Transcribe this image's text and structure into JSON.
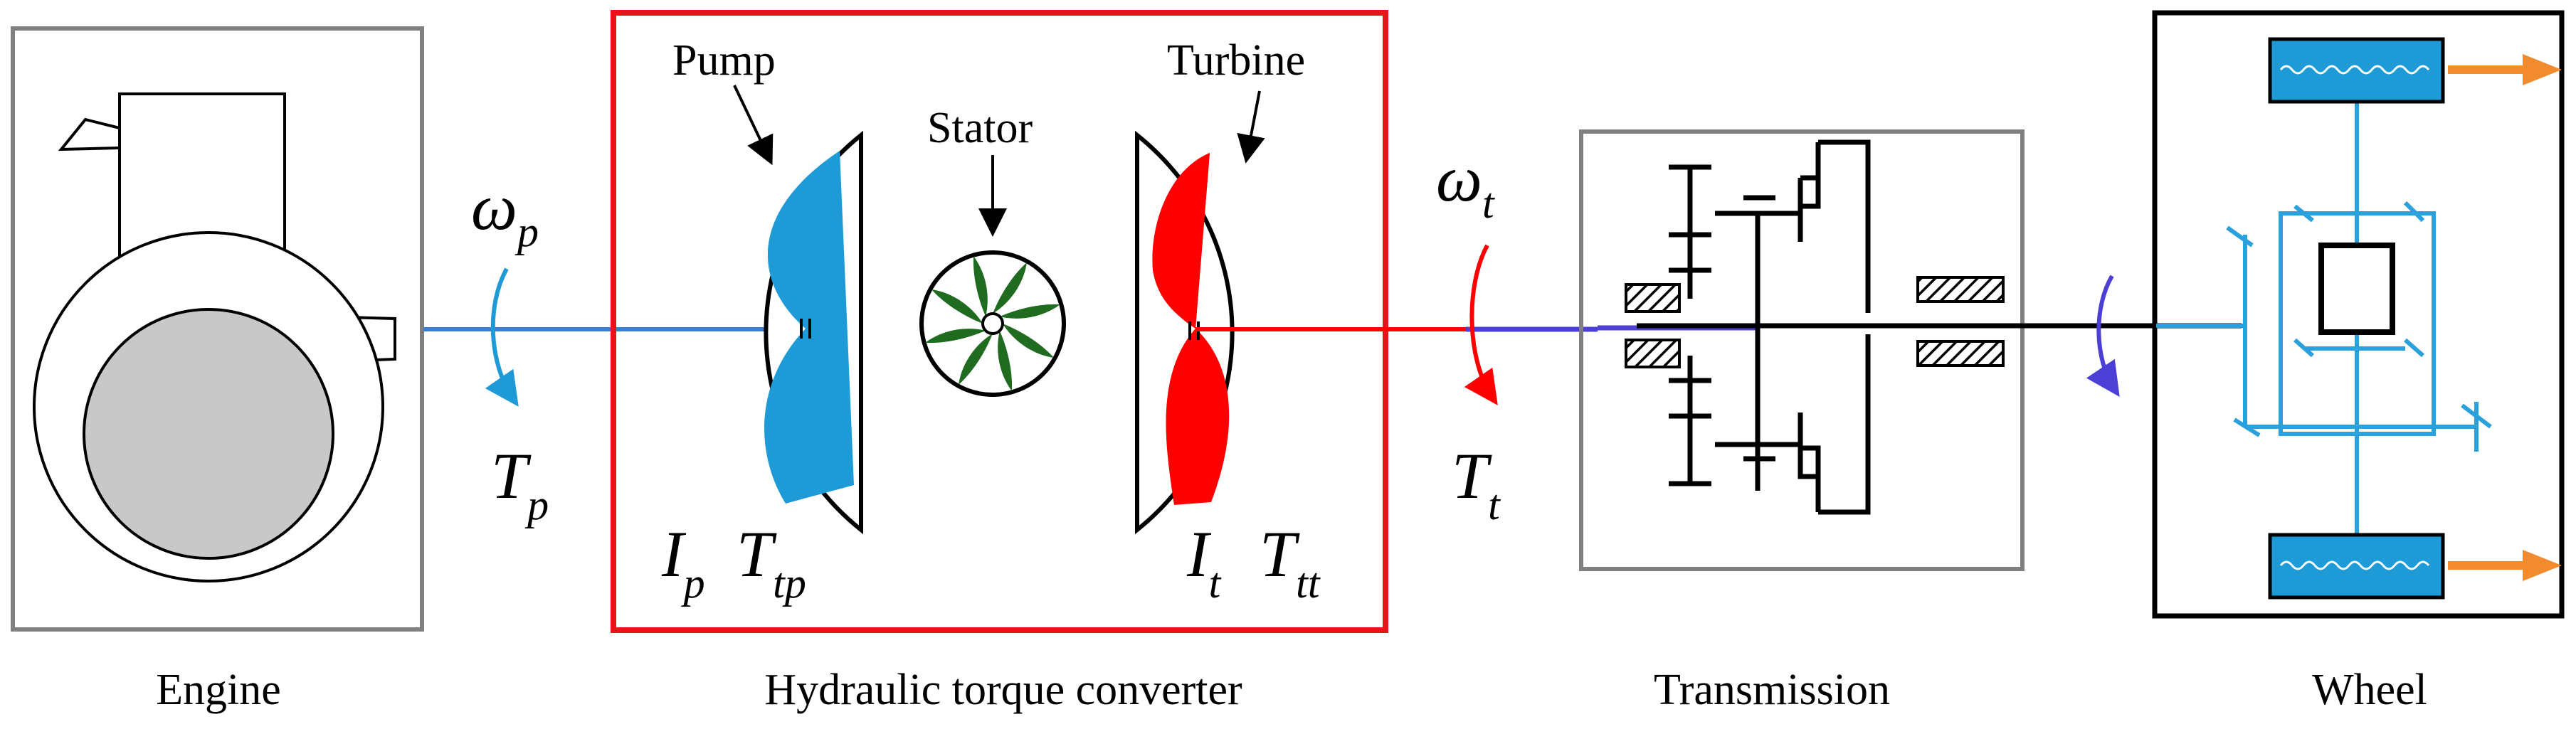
{
  "captions": {
    "engine": "Engine",
    "converter": "Hydraulic torque converter",
    "transmission": "Transmission",
    "wheel": "Wheel"
  },
  "labels": {
    "pump": "Pump",
    "stator": "Stator",
    "turbine": "Turbine"
  },
  "symbols": {
    "omega_p": {
      "base": "ω",
      "sub": "p"
    },
    "T_p": {
      "base": "T",
      "sub": "p"
    },
    "omega_t": {
      "base": "ω",
      "sub": "t"
    },
    "T_t": {
      "base": "T",
      "sub": "t"
    },
    "I_p": {
      "base": "I",
      "sub": "p"
    },
    "T_tp": {
      "base": "T",
      "sub": "tp"
    },
    "I_t": {
      "base": "I",
      "sub": "t"
    },
    "T_tt": {
      "base": "T",
      "sub": "tt"
    }
  },
  "colors": {
    "pump": "#1e9bd7",
    "turbine": "#ff0000",
    "converter_frame": "#e8141c",
    "stator_blades": "#1f6b1f",
    "engine_disc": "#c8c8c8",
    "box_gray": "#808080",
    "input_shaft": "#3a7fd0",
    "output_shaft": "#4b3fd6",
    "wheel_arrow": "#f28a2e",
    "axle": "#2aa0dc"
  }
}
